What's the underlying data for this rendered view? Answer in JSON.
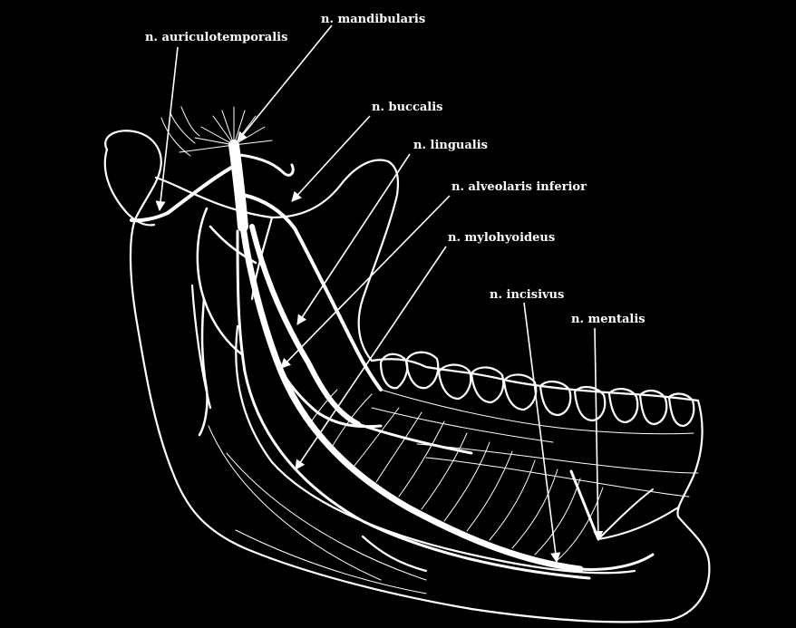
{
  "labels": {
    "mandibularis": "n. mandibularis",
    "auriculotemporalis": "n. auriculotemporalis",
    "buccalis": "n. buccalis",
    "lingualis": "n. lingualis",
    "alveolaris_inferior": "n. alveolaris inferior",
    "mylohyoideus": "n. mylohyoideus",
    "incisivus": "n. incisivus",
    "mentalis": "n. mentalis"
  },
  "colors": {
    "background": "#000000",
    "line": "#ffffff"
  }
}
